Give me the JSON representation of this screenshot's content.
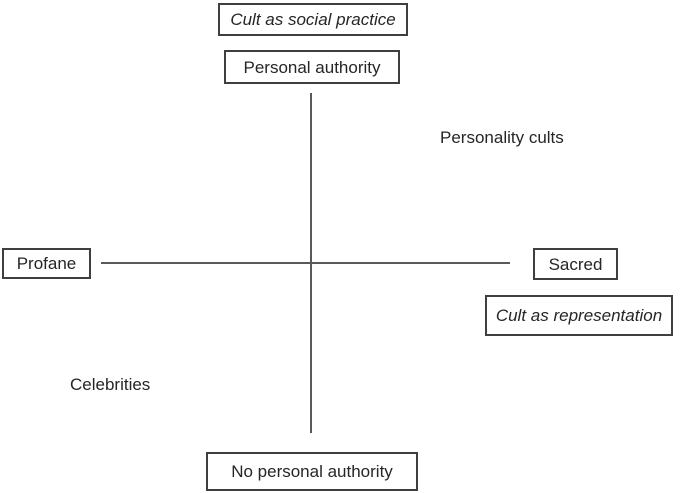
{
  "diagram": {
    "boxes": {
      "cult_social_practice": {
        "label": "Cult as social practice",
        "style": "italic"
      },
      "personal_authority": {
        "label": "Personal authority",
        "style": "normal"
      },
      "profane": {
        "label": "Profane",
        "style": "normal"
      },
      "sacred": {
        "label": "Sacred",
        "style": "normal"
      },
      "cult_representation": {
        "label": "Cult as representation",
        "style": "italic"
      },
      "no_personal_authority": {
        "label": "No personal authority",
        "style": "normal"
      }
    },
    "quadrant_labels": {
      "top_right": "Personality cults",
      "bottom_left": "Celebrities"
    },
    "axes": {
      "vertical_top_label": "Personal authority",
      "vertical_bottom_label": "No personal authority",
      "horizontal_left_label": "Profane",
      "horizontal_right_label": "Sacred"
    },
    "colors": {
      "background": "#ffffff",
      "box_border": "#3f3f3f",
      "axis_line": "#595959",
      "text": "#262626"
    }
  }
}
